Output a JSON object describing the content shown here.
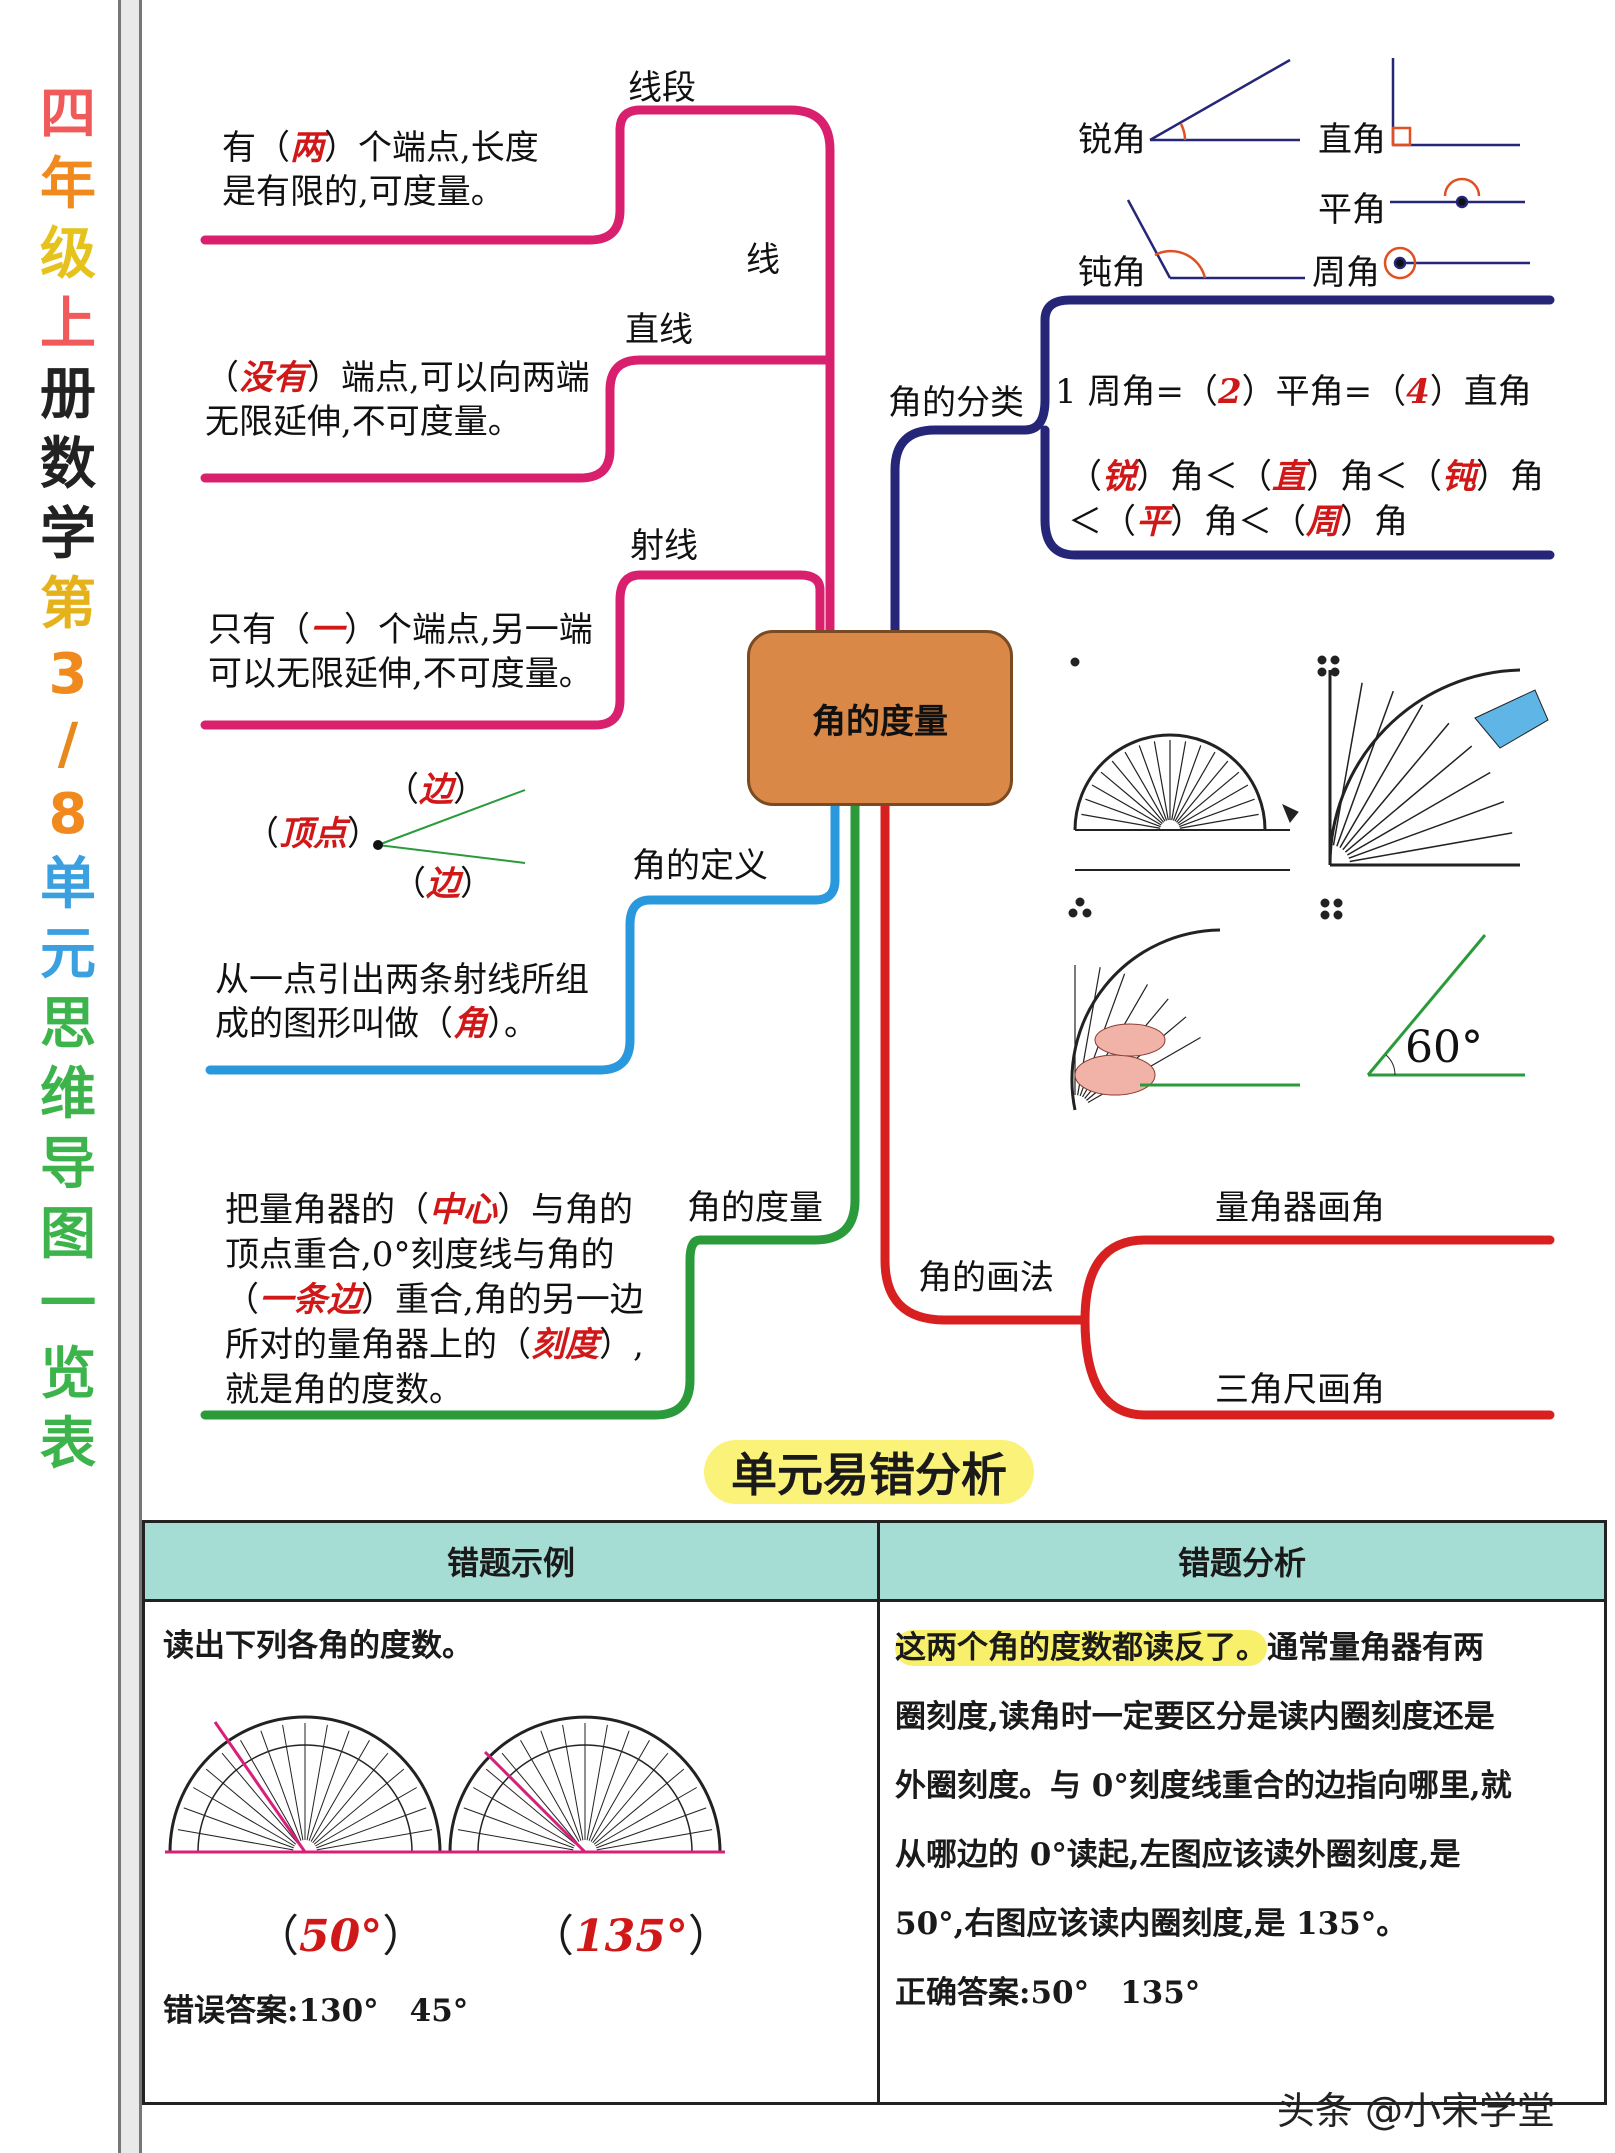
{
  "title_vertical": [
    "四",
    "年",
    "级",
    "上",
    "册",
    "数",
    "学",
    "第",
    "3",
    "/",
    "8",
    "单",
    "元",
    "思",
    "维",
    "导",
    "图",
    "一",
    "览",
    "表"
  ],
  "title_colors": [
    "#f05a5a",
    "#f08a1e",
    "#e6c21c",
    "#f05a5a",
    "#222222",
    "#222222",
    "#222222",
    "#e6b21c",
    "#f08a1e",
    "#e68a1e",
    "#f08a1e",
    "#3aa0e0",
    "#3aa0e0",
    "#3cb44b",
    "#3cb44b",
    "#3cb44b",
    "#3cb44b",
    "#3cb44b",
    "#3cb44b",
    "#3cb44b"
  ],
  "center": "角的度量",
  "line": {
    "label": "线",
    "segment": {
      "label": "线段",
      "l1": "有（",
      "a1": "两",
      "l1b": "）个端点,长度",
      "l2": "是有限的,可度量。"
    },
    "straight": {
      "label": "直线",
      "l1": "（",
      "a1": "没有",
      "l1b": "）端点,可以向两端",
      "l2": "无限延伸,不可度量。"
    },
    "ray": {
      "label": "射线",
      "l1": "只有（",
      "a1": "一",
      "l1b": "）个端点,另一端",
      "l2": "可以无限延伸,不可度量。"
    }
  },
  "definition": {
    "label": "角的定义",
    "vertex": "顶点",
    "side1": "边",
    "side2": "边",
    "l1": "从一点引出两条射线所组",
    "l2": "成的图形叫做（",
    "a1": "角",
    "l2b": "）。"
  },
  "measure": {
    "label": "角的度量",
    "l1": "把量角器的（",
    "a1": "中心",
    "l1b": "）与角的",
    "l2": "顶点重合,0°刻度线与角的",
    "l3": "（",
    "a2": "一条边",
    "l3b": "）重合,角的另一边",
    "l4": "所对的量角器上的（",
    "a3": "刻度",
    "l4b": "）,",
    "l5": "就是角的度数。"
  },
  "classify": {
    "label": "角的分类",
    "acute": "锐角",
    "right": "直角",
    "straight": "平角",
    "obtuse": "钝角",
    "round": "周角",
    "l1a": "1 周角=（",
    "a1": "2",
    "l1b": "）平角=（",
    "a2": "4",
    "l1c": "）直角",
    "row2": [
      "（",
      "锐",
      "）角＜（",
      "直",
      "）角＜（",
      "钝",
      "）角"
    ],
    "row3": [
      "＜（",
      "平",
      "）角＜（",
      "周",
      "）角"
    ]
  },
  "draw": {
    "label": "角的画法",
    "protractor": "量角器画角",
    "triangle": "三角尺画角"
  },
  "angle_60": "60°",
  "errors": {
    "heading": "单元易错分析",
    "col1": "错题示例",
    "col2": "错题分析",
    "question": "读出下列各角的度数。",
    "ans1": "50°",
    "ans2": "135°",
    "wrong": "错误答案:130°　45°",
    "analysis_hl": "这两个角的度数都读反了。",
    "analysis": [
      "通常量角器有两",
      "圈刻度,读角时一定要区分是读内圈刻度还是",
      "外圈刻度。与 0°刻度线重合的边指向哪里,就",
      "从哪边的 0°读起,左图应该读外圈刻度,是",
      "50°,右图应该读内圈刻度,是 135°。"
    ],
    "correct": "正确答案:50°　135°"
  },
  "footer": "头条 @小宋学堂"
}
